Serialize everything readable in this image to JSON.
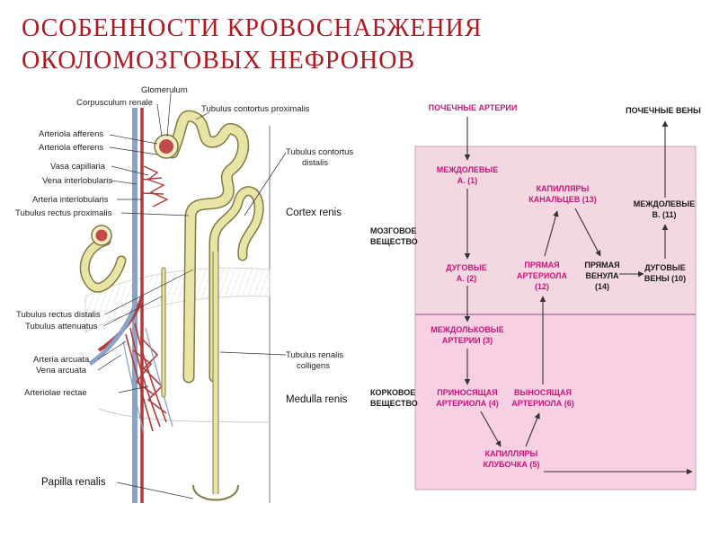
{
  "title": {
    "line1": "ОСОБЕННОСТИ КРОВОСНАБЖЕНИЯ",
    "line2": "ОКОЛОМОЗГОВЫХ НЕФРОНОВ"
  },
  "colors": {
    "title": "#b01822",
    "tubule": "#e8e4a6",
    "tubule_outline": "#7d7a42",
    "artery": "#b33a3a",
    "vein": "#8aa4c8",
    "zone_top": "#f3d8e2",
    "zone_bottom": "#f7d0e4",
    "flow_text": "#c8157a",
    "flow_arrow": "#333333"
  },
  "anatomy": {
    "labels": {
      "glomerulum": "Glomerulum",
      "corpusculum": "Corpusculum renale",
      "tubulus_proximalis": "Tubulus contortus proximalis",
      "arteriola_afferens": "Arteriola afferens",
      "arteriola_efferens": "Arteriola efferens",
      "vasa_capillaria": "Vasa capillaria",
      "vena_interlobularis": "Vena interlobularis",
      "arteria_interlobularis": "Arteria interlobularis",
      "tubulus_rectus_proximalis": "Tubulus rectus proximalis",
      "tubulus_distalis_1": "Tubulus contortus",
      "tubulus_distalis_2": "distalis",
      "cortex_renis": "Cortex renis",
      "tubulus_rectus_distalis": "Tubulus rectus distalis",
      "tubulus_attenuatus": "Tubulus attenuatus",
      "arteria_arcuata": "Arteria arcuata",
      "vena_arcuata": "Vena arcuata",
      "arteriolae_rectae": "Arteriolae rectae",
      "colligens_1": "Tubulus renalis",
      "colligens_2": "colligens",
      "medulla_renis": "Medulla renis",
      "papilla_renalis": "Papilla renalis"
    }
  },
  "flow": {
    "zone_medulla": [
      "МОЗГОВОЕ",
      "ВЕЩЕСТВО"
    ],
    "zone_cortex": [
      "КОРКОВОЕ",
      "ВЕЩЕСТВО"
    ],
    "renal_arteries": "ПОЧЕЧНЫЕ АРТЕРИИ",
    "renal_veins": "ПОЧЕЧНЫЕ ВЕНЫ",
    "interlobar_a": [
      "МЕЖДОЛЕВЫЕ",
      "А. (1)"
    ],
    "tubule_capillaries": [
      "КАПИЛЛЯРЫ",
      "КАНАЛЬЦЕВ (13)"
    ],
    "interlobar_v": [
      "МЕЖДОЛЕВЫЕ",
      "В. (11)"
    ],
    "arcuate_a": [
      "ДУГОВЫЕ",
      "А. (2)"
    ],
    "straight_arteriole": [
      "ПРЯМАЯ",
      "АРТЕРИОЛА",
      "(12)"
    ],
    "straight_venule": [
      "ПРЯМАЯ",
      "ВЕНУЛА",
      "(14)"
    ],
    "arcuate_v": [
      "ДУГОВЫЕ",
      "ВЕНЫ (10)"
    ],
    "interlobular_a": [
      "МЕЖДОЛЬКОВЫЕ",
      "АРТЕРИИ (3)"
    ],
    "afferent": [
      "ПРИНОСЯЩАЯ",
      "АРТЕРИОЛА (4)"
    ],
    "efferent": [
      "ВЫНОСЯЩАЯ",
      "АРТЕРИОЛА (6)"
    ],
    "glom_capillaries": [
      "КАПИЛЛЯРЫ",
      "КЛУБОЧКА (5)"
    ]
  }
}
